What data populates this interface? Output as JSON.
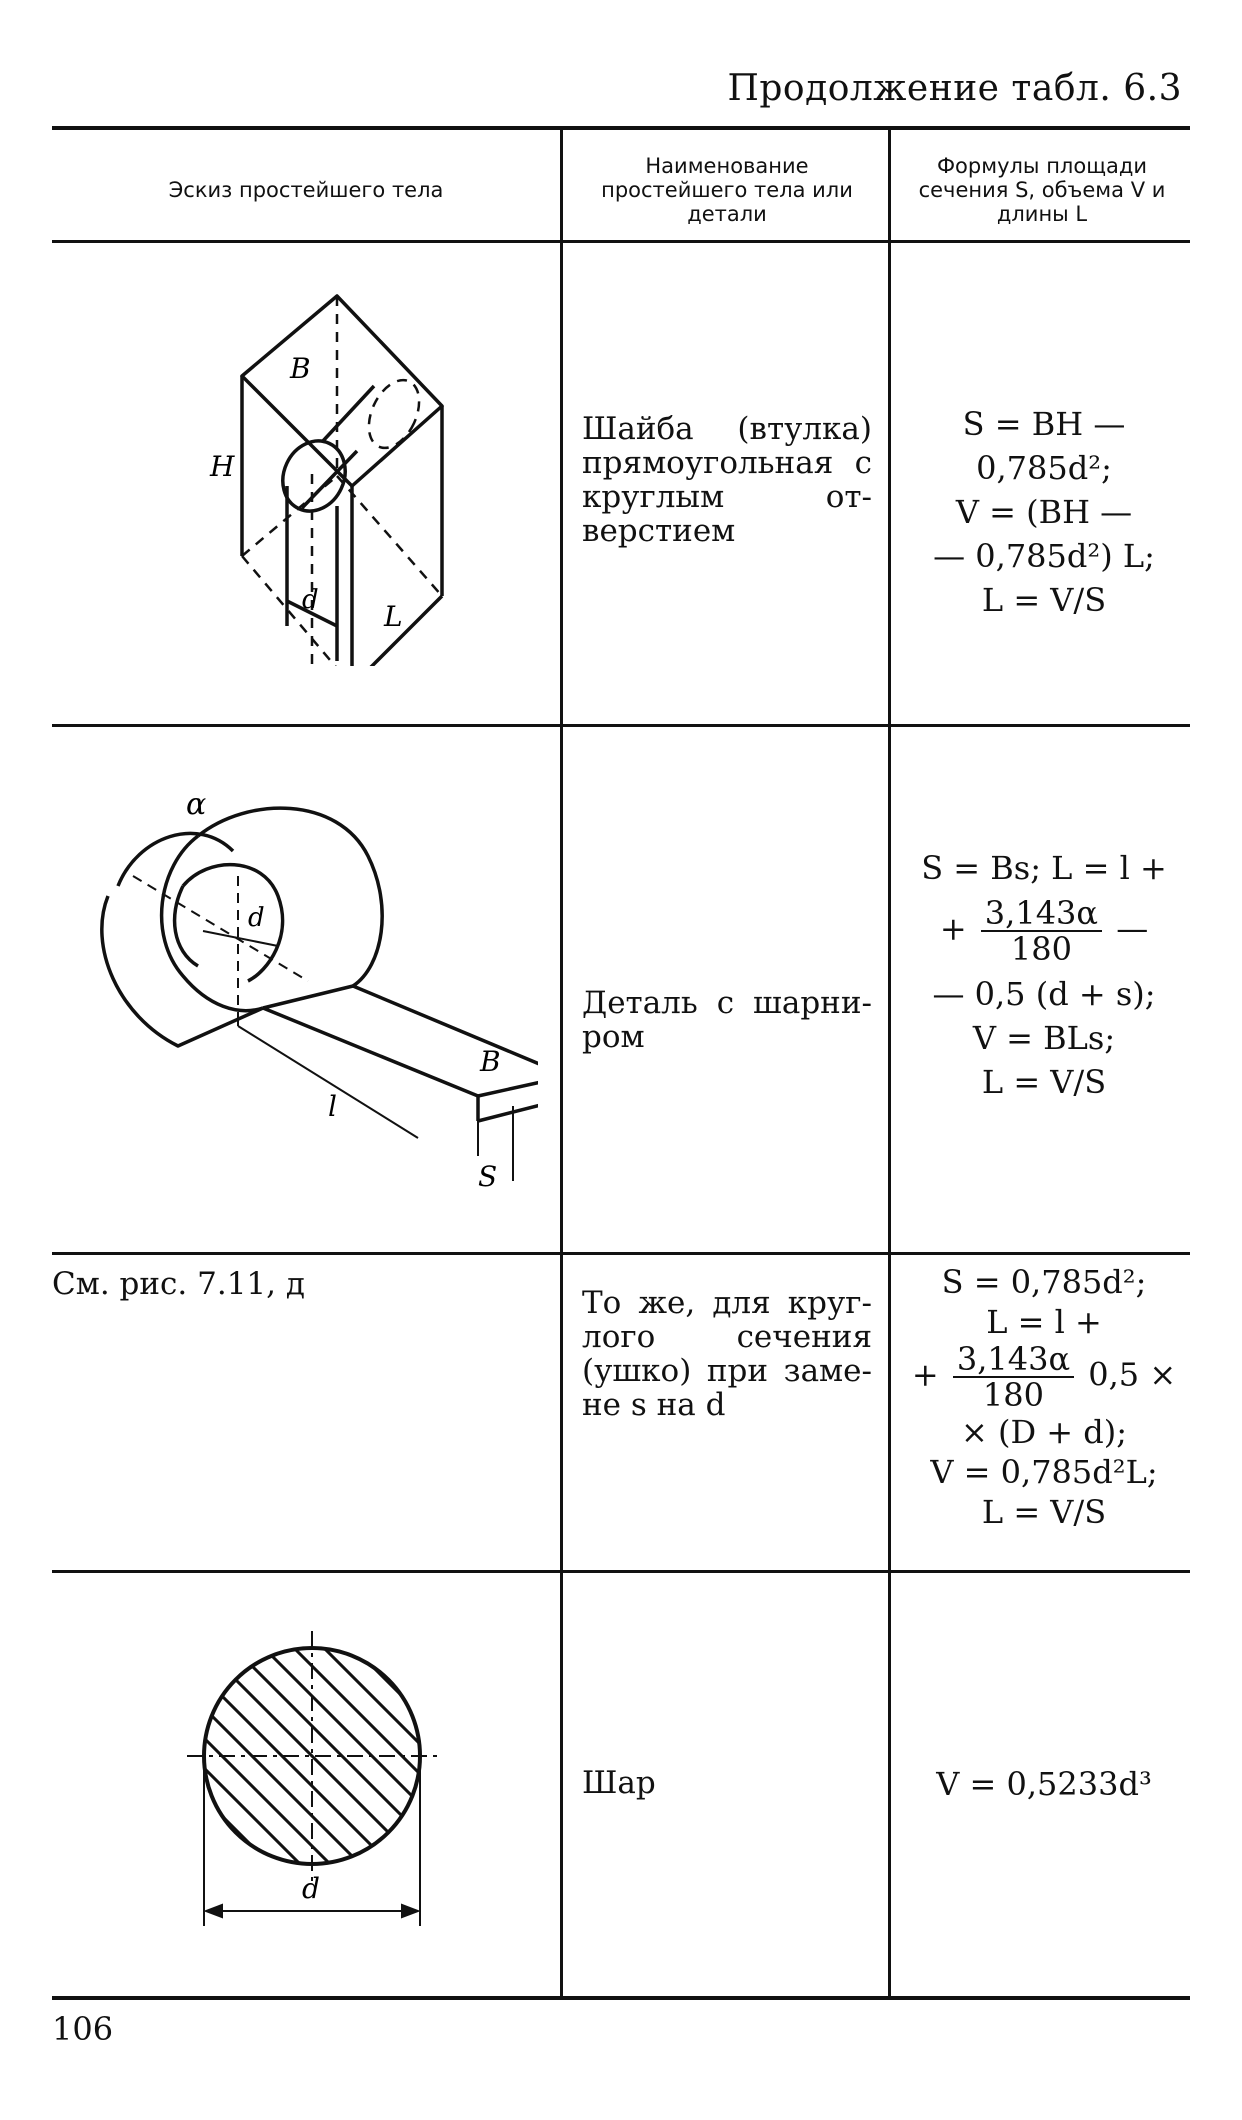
{
  "caption": "Продолжение табл. 6.3",
  "headers": {
    "sketch": "Эскиз простейшего тела",
    "name": "Наименование простейшего тела или детали",
    "formulas": "Формулы площади сечения S, объема V и длины L"
  },
  "rows": [
    {
      "name": "Шайба (втулка) прямоугольная с круглым от­верстием",
      "formulas": [
        "S = BH — 0,785d²;",
        "V = (BH —",
        "— 0,785d²) L;",
        "L = V/S"
      ],
      "labels": {
        "b": "B",
        "h": "H",
        "d": "d",
        "l": "L"
      }
    },
    {
      "name": "Деталь с шарни­ром",
      "formulas": [
        "S = Bs;  L = l +",
        "+",
        "3,143α",
        "180",
        "—",
        "— 0,5 (d + s);",
        "V = BLs;",
        "L = V/S"
      ],
      "labels": {
        "alpha": "α",
        "d": "d",
        "b": "B",
        "l": "l",
        "s": "S"
      }
    },
    {
      "sketch_ref": "См. рис. 7.11, д",
      "name": "То же, для круг­лого сечения (ушко) при заме­не s на d",
      "formulas": [
        "S = 0,785d²;",
        "L = l +",
        "+",
        "3,143α",
        "180",
        "0,5 ×",
        "× (D + d);",
        "V = 0,785d²L;",
        "L = V/S"
      ]
    },
    {
      "name": "Шар",
      "formulas": [
        "V = 0,5233d³"
      ],
      "labels": {
        "d": "d"
      }
    }
  ],
  "page_number": "106"
}
